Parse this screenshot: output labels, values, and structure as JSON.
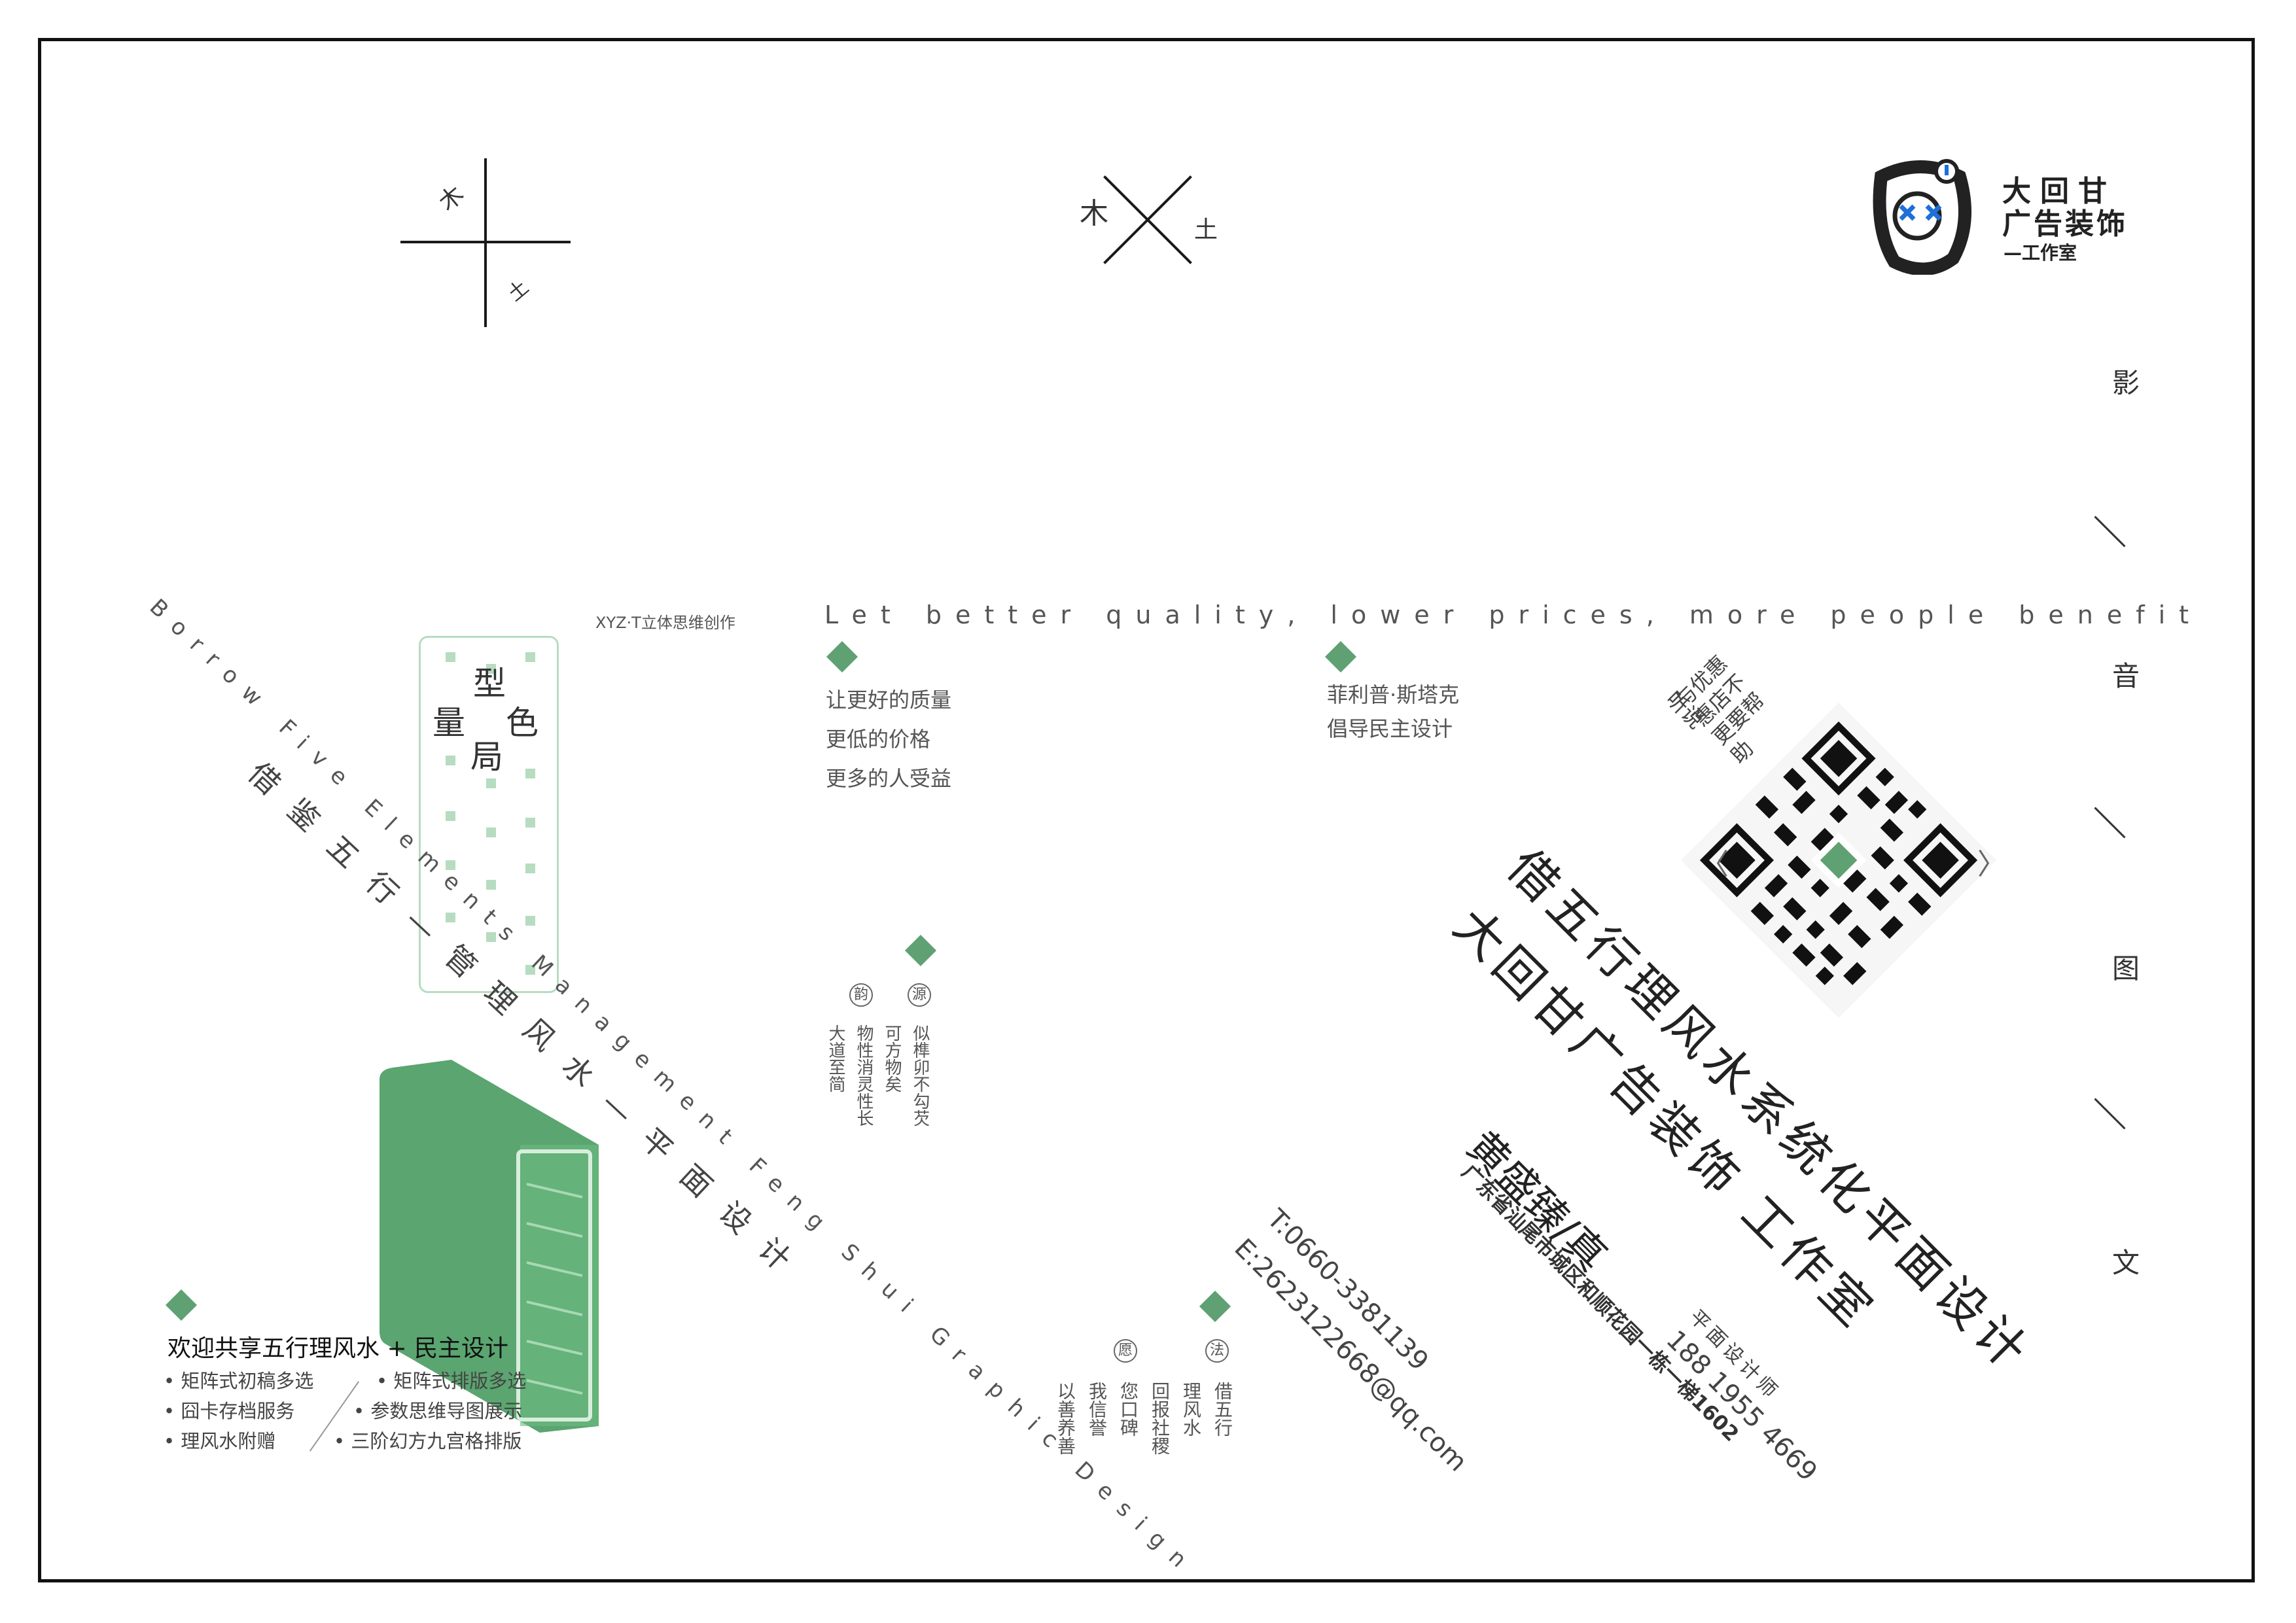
{
  "brand": {
    "line1": "大回甘",
    "line2": "广告装饰",
    "line3": "—工作室"
  },
  "elements_cross": {
    "a": "木",
    "b": "土"
  },
  "elements_x": {
    "a": "木",
    "b": "土"
  },
  "side_nav": [
    "影",
    "音",
    "图",
    "文"
  ],
  "slogan_en": "Let better quality, lower prices, more people benefit",
  "xyz_label": "XYZ·T立体思维创作",
  "block1": [
    "让更好的质量",
    "更低的价格",
    "更多的人受益"
  ],
  "block2": [
    "菲利普·斯塔克",
    "倡导民主设计"
  ],
  "qr_note": [
    "听说",
    "与优惠",
    "惠店不",
    "更要帮",
    "助"
  ],
  "card_label": {
    "a": "型",
    "b": "量",
    "c": "色",
    "d": "局"
  },
  "borrow_en": "Borrow Five Elements Management Feng Shui Graphic Design",
  "borrow_cn": "借鉴五行—管理风水—平面设计",
  "headline1": "借五行理风水系统化平面设计",
  "headline2": "大回甘广告装饰 工作室",
  "person": {
    "name": "黄盛臻/真",
    "title": "平面设计师",
    "phone": "188 1955 4669",
    "address": "广东省汕尾市城区和顺花园一栋一梯1602"
  },
  "contact": {
    "tel": "T:0660-3381139",
    "email": "E:2623122668@qq.com"
  },
  "poem1": {
    "badge_a": "韵",
    "badge_b": "源",
    "cols": [
      "大道至简",
      "物性消灵性长",
      "可方物矣",
      "似榫卯不勾芡"
    ]
  },
  "poem2": {
    "badge_a": "愿",
    "badge_b": "法",
    "cols": [
      "以善养善",
      "我信誉",
      "您口碑",
      "回报社稷",
      "理风水",
      "借五行"
    ]
  },
  "welcome": {
    "title": "欢迎共享五行理风水 + 民主设计",
    "left": [
      "• 矩阵式初稿多选",
      "• 囧卡存档服务",
      "• 理风水附赠"
    ],
    "right": [
      "• 矩阵式排版多选",
      "• 参数思维导图展示",
      "• 三阶幻方九宫格排版"
    ]
  },
  "colors": {
    "accent": "#5fa173",
    "accent_light": "#b7dcc0",
    "frame": "#111111"
  }
}
